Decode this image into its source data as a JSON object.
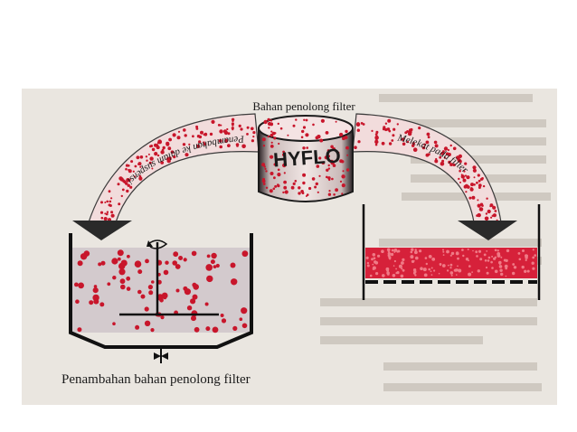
{
  "diagram": {
    "top_label": "Bahan penolong filter",
    "drum_label": "HYFLO",
    "left_arrow_label": "Penambahan ke dalam suspensi",
    "right_arrow_label": "Melekat pada filter",
    "caption": "Penambahan bahan penolong filter"
  },
  "colors": {
    "particle": "#c8162b",
    "paper": "#eae6e0",
    "ink": "#1b1b1b",
    "liquid": "#cfc8cc"
  }
}
